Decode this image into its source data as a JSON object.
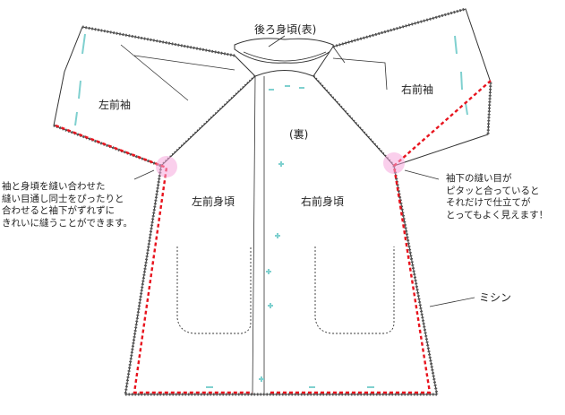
{
  "labels": {
    "back_body": "後ろ身頃(表)",
    "reverse": "(裏)",
    "left_sleeve": "左前袖",
    "right_sleeve": "右前袖",
    "left_front_body": "左前身頃",
    "right_front_body": "右前身頃",
    "sewing_machine": "ミシン"
  },
  "notes": {
    "left": [
      "袖と身頃を縫い合わせた",
      "縫い目通し同士をぴったりと",
      "合わせると袖下がずれずに",
      "きれいに縫うことができます。"
    ],
    "right": [
      "袖下の縫い目が",
      "ピタッと合っていると",
      "それだけで仕立てが",
      "とってもよく見えます！"
    ]
  },
  "colors": {
    "outline": "#333333",
    "seam_red": "#e8141e",
    "stitch_teal": "#7fd0cf",
    "pink_marker": "#f6a8dc"
  }
}
